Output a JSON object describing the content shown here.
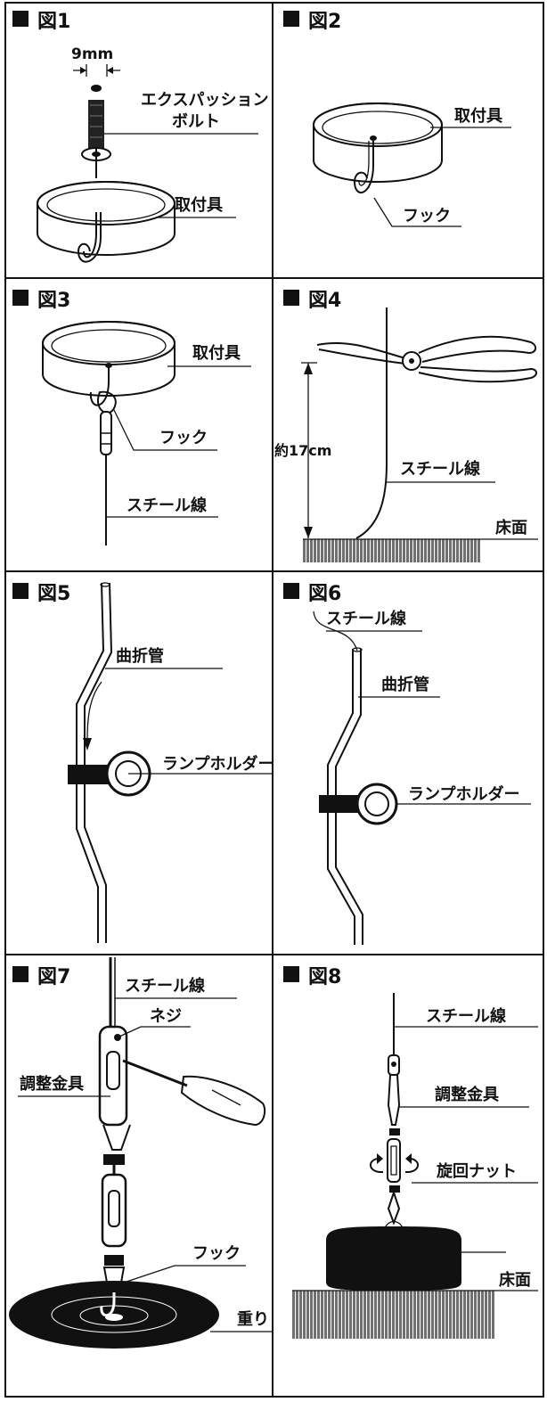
{
  "panels": [
    {
      "title": "図1",
      "labels": {
        "size": "9mm",
        "bolt_line1": "エクスパッション",
        "bolt_line2": "ボルト",
        "fixture": "取付具"
      }
    },
    {
      "title": "図2",
      "labels": {
        "fixture": "取付具",
        "hook": "フック"
      }
    },
    {
      "title": "図3",
      "labels": {
        "fixture": "取付具",
        "hook": "フック",
        "wire": "スチール線"
      }
    },
    {
      "title": "図4",
      "labels": {
        "length": "約17cm",
        "wire": "スチール線",
        "floor": "床面"
      }
    },
    {
      "title": "図5",
      "labels": {
        "tube": "曲折管",
        "holder": "ランプホルダー"
      }
    },
    {
      "title": "図6",
      "labels": {
        "wire": "スチール線",
        "tube": "曲折管",
        "holder": "ランプホルダー"
      }
    },
    {
      "title": "図7",
      "labels": {
        "wire": "スチール線",
        "screw": "ネジ",
        "adjuster": "調整金具",
        "hook": "フック",
        "weight": "重り"
      }
    },
    {
      "title": "図8",
      "labels": {
        "wire": "スチール線",
        "adjuster": "調整金具",
        "nut": "旋回ナット",
        "floor": "床面"
      }
    }
  ]
}
